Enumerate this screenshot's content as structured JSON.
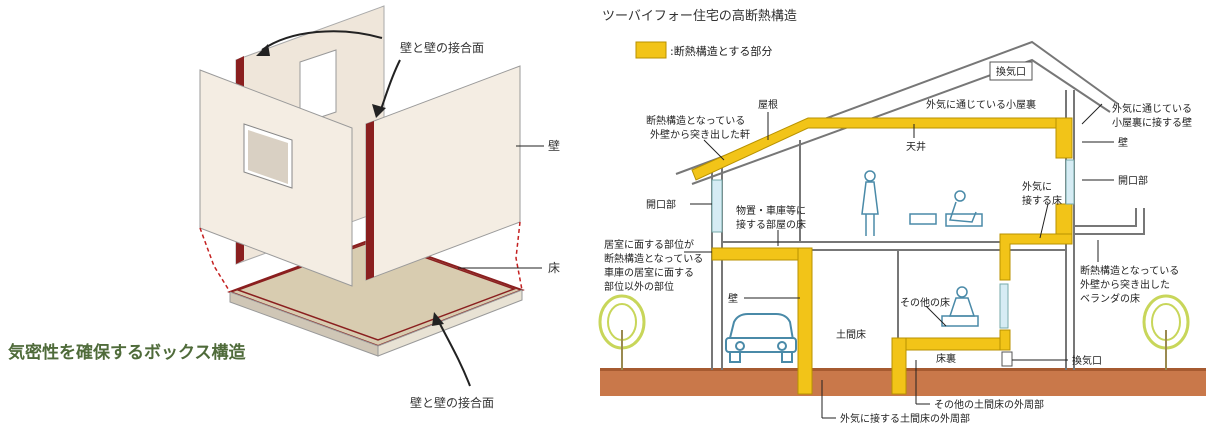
{
  "left_diagram": {
    "caption": "気密性を確保するボックス構造",
    "label_joint_top": "壁と壁の接合面",
    "label_wall": "壁",
    "label_floor": "床",
    "label_joint_bottom": "壁と壁の接合面"
  },
  "right_diagram": {
    "title": "ツーバイフォー住宅の高断熱構造",
    "legend_text": ":断熱構造とする部分",
    "colors": {
      "insulation": "#f2c418",
      "insulation_edge": "#b89200",
      "ground": "#c9784a",
      "tree": "#c8d65a"
    },
    "labels": {
      "vent_top": "換気口",
      "roof": "屋根",
      "attic": "外気に通じている小屋裏",
      "eave_1": "断熱構造となっている",
      "eave_2": "外壁から突き出した軒",
      "ceiling": "天井",
      "attic_wall_1": "外気に通じている",
      "attic_wall_2": "小屋裏に接する壁",
      "wall_right": "壁",
      "opening_right": "開口部",
      "opening_left": "開口部",
      "storage_1": "物置・車庫等に",
      "storage_2": "接する部屋の床",
      "outdoor_floor_1": "外気に",
      "outdoor_floor_2": "接する床",
      "living_1": "居室に面する部位が",
      "living_2": "断熱構造となっている",
      "living_3": "車庫の居室に面する",
      "living_4": "部位以外の部位",
      "veranda_1": "断熱構造となっている",
      "veranda_2": "外壁から突き出した",
      "veranda_3": "ベランダの床",
      "wall_left": "壁",
      "other_floor": "その他の床",
      "earth_floor": "土間床",
      "underfloor": "床裏",
      "vent_bottom": "換気口",
      "other_earth_perimeter": "その他の土間床の外周部",
      "outdoor_earth_perimeter": "外気に接する土間床の外周部"
    }
  }
}
